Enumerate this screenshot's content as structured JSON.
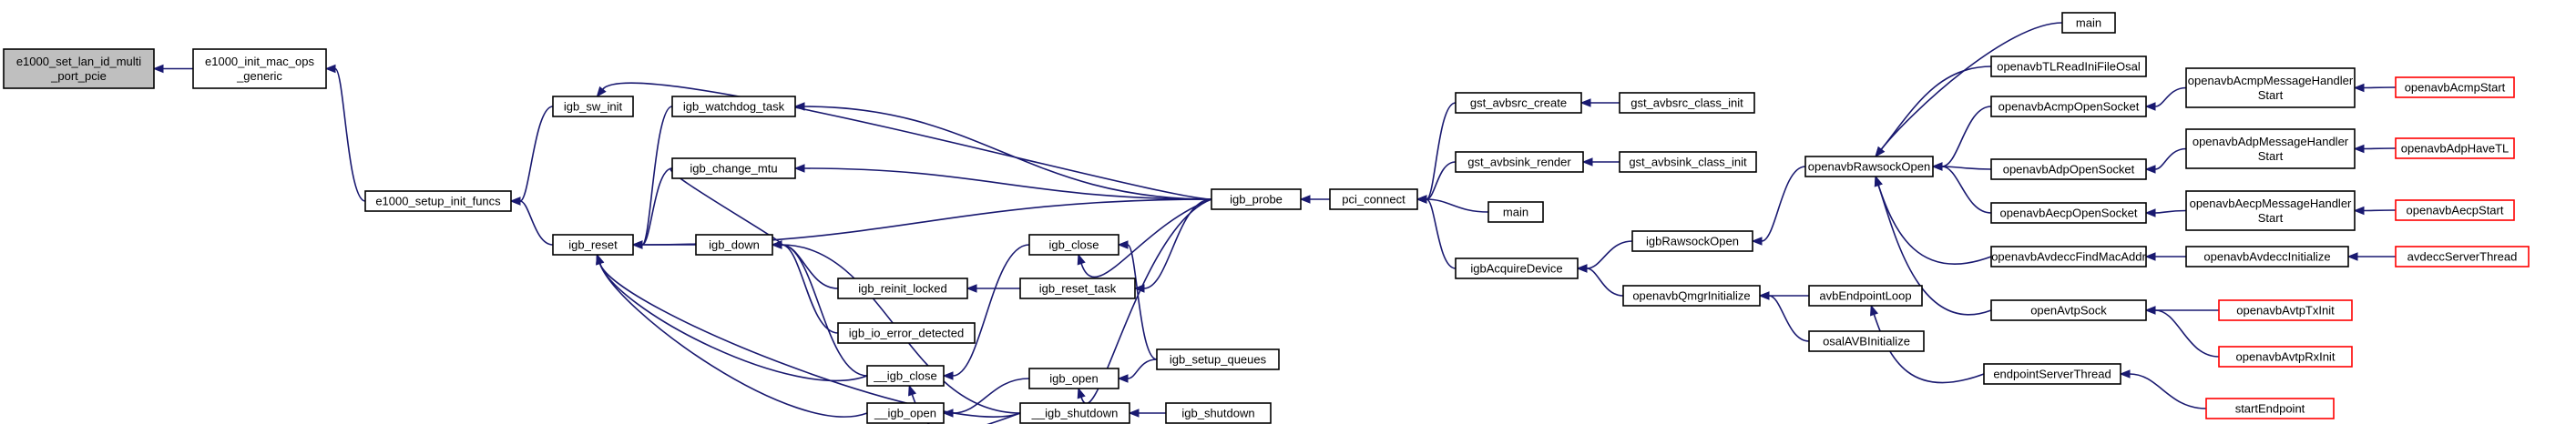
{
  "colors": {
    "edge": "#191970",
    "node_border": "#000000",
    "root_fill": "#bfbfbf",
    "missing_border": "#ff0000",
    "background": "#ffffff"
  },
  "nodes": [
    {
      "id": "e1000_set_lan_id",
      "lines": [
        "e1000_set_lan_id_multi",
        "_port_pcie"
      ],
      "style": "root"
    },
    {
      "id": "e1000_init_mac_ops",
      "lines": [
        "e1000_init_mac_ops",
        "_generic"
      ]
    },
    {
      "id": "e1000_setup_init_funcs",
      "lines": [
        "e1000_setup_init_funcs"
      ]
    },
    {
      "id": "igb_sw_init",
      "lines": [
        "igb_sw_init"
      ]
    },
    {
      "id": "igb_reset",
      "lines": [
        "igb_reset"
      ]
    },
    {
      "id": "igb_watchdog_task",
      "lines": [
        "igb_watchdog_task"
      ]
    },
    {
      "id": "igb_change_mtu",
      "lines": [
        "igb_change_mtu"
      ]
    },
    {
      "id": "igb_down",
      "lines": [
        "igb_down"
      ]
    },
    {
      "id": "igb_reinit_locked",
      "lines": [
        "igb_reinit_locked"
      ]
    },
    {
      "id": "igb_io_error_detected",
      "lines": [
        "igb_io_error_detected"
      ]
    },
    {
      "id": "__igb_close",
      "lines": [
        "__igb_close"
      ]
    },
    {
      "id": "__igb_open",
      "lines": [
        "__igb_open"
      ]
    },
    {
      "id": "__igb_shutdown",
      "lines": [
        "__igb_shutdown"
      ]
    },
    {
      "id": "igb_reset_task",
      "lines": [
        "igb_reset_task"
      ]
    },
    {
      "id": "igb_close",
      "lines": [
        "igb_close"
      ]
    },
    {
      "id": "igb_open",
      "lines": [
        "igb_open"
      ]
    },
    {
      "id": "igb_shutdown",
      "lines": [
        "igb_shutdown"
      ]
    },
    {
      "id": "igb_setup_queues",
      "lines": [
        "igb_setup_queues"
      ]
    },
    {
      "id": "igb_probe",
      "lines": [
        "igb_probe"
      ]
    },
    {
      "id": "pci_connect",
      "lines": [
        "pci_connect"
      ]
    },
    {
      "id": "gst_avbsrc_create",
      "lines": [
        "gst_avbsrc_create"
      ]
    },
    {
      "id": "gst_avbsink_render",
      "lines": [
        "gst_avbsink_render"
      ]
    },
    {
      "id": "main_a",
      "lines": [
        "main"
      ]
    },
    {
      "id": "igbAcquireDevice",
      "lines": [
        "igbAcquireDevice"
      ]
    },
    {
      "id": "gst_avbsrc_class_init",
      "lines": [
        "gst_avbsrc_class_init"
      ]
    },
    {
      "id": "gst_avbsink_class_init",
      "lines": [
        "gst_avbsink_class_init"
      ]
    },
    {
      "id": "igbRawsockOpen",
      "lines": [
        "igbRawsockOpen"
      ]
    },
    {
      "id": "openavbQmgrInitialize",
      "lines": [
        "openavbQmgrInitialize"
      ]
    },
    {
      "id": "openavbRawsockOpen",
      "lines": [
        "openavbRawsockOpen"
      ]
    },
    {
      "id": "avbEndpointLoop",
      "lines": [
        "avbEndpointLoop"
      ]
    },
    {
      "id": "osalAVBInitialize",
      "lines": [
        "osalAVBInitialize"
      ]
    },
    {
      "id": "endpointServerThread",
      "lines": [
        "endpointServerThread"
      ]
    },
    {
      "id": "main_b",
      "lines": [
        "main"
      ]
    },
    {
      "id": "openavbTLReadIniFileOsal",
      "lines": [
        "openavbTLReadIniFileOsal"
      ]
    },
    {
      "id": "openavbAcmpOpenSocket",
      "lines": [
        "openavbAcmpOpenSocket"
      ]
    },
    {
      "id": "openavbAdpOpenSocket",
      "lines": [
        "openavbAdpOpenSocket"
      ]
    },
    {
      "id": "openavbAecpOpenSocket",
      "lines": [
        "openavbAecpOpenSocket"
      ]
    },
    {
      "id": "openavbAvdeccFindMacAddr",
      "lines": [
        "openavbAvdeccFindMacAddr"
      ]
    },
    {
      "id": "openAvtpSock",
      "lines": [
        "openAvtpSock"
      ]
    },
    {
      "id": "openavbAcmpMessageHandlerStart",
      "lines": [
        "openavbAcmpMessageHandler",
        "Start"
      ]
    },
    {
      "id": "openavbAdpMessageHandlerStart",
      "lines": [
        "openavbAdpMessageHandler",
        "Start"
      ]
    },
    {
      "id": "openavbAecpMessageHandlerStart",
      "lines": [
        "openavbAecpMessageHandler",
        "Start"
      ]
    },
    {
      "id": "openavbAvdeccInitialize",
      "lines": [
        "openavbAvdeccInitialize"
      ]
    },
    {
      "id": "openavbAvtpTxInit",
      "lines": [
        "openavbAvtpTxInit"
      ],
      "style": "red"
    },
    {
      "id": "openavbAvtpRxInit",
      "lines": [
        "openavbAvtpRxInit"
      ],
      "style": "red"
    },
    {
      "id": "startEndpoint",
      "lines": [
        "startEndpoint"
      ],
      "style": "red"
    },
    {
      "id": "openavbAcmpStart",
      "lines": [
        "openavbAcmpStart"
      ],
      "style": "red"
    },
    {
      "id": "openavbAdpHaveTL",
      "lines": [
        "openavbAdpHaveTL"
      ],
      "style": "red"
    },
    {
      "id": "openavbAecpStart",
      "lines": [
        "openavbAecpStart"
      ],
      "style": "red"
    },
    {
      "id": "avdeccServerThread",
      "lines": [
        "avdeccServerThread"
      ],
      "style": "red"
    }
  ],
  "edges": [
    [
      "e1000_init_mac_ops",
      "e1000_set_lan_id"
    ],
    [
      "e1000_setup_init_funcs",
      "e1000_init_mac_ops"
    ],
    [
      "igb_sw_init",
      "e1000_setup_init_funcs"
    ],
    [
      "igb_reset",
      "e1000_setup_init_funcs"
    ],
    [
      "igb_probe",
      "igb_sw_init"
    ],
    [
      "igb_watchdog_task",
      "igb_reset"
    ],
    [
      "igb_change_mtu",
      "igb_reset"
    ],
    [
      "igb_probe",
      "igb_reset"
    ],
    [
      "igb_down",
      "igb_reset"
    ],
    [
      "__igb_close",
      "igb_reset"
    ],
    [
      "__igb_open",
      "igb_reset"
    ],
    [
      "__igb_shutdown",
      "igb_reset"
    ],
    [
      "igb_probe",
      "igb_watchdog_task"
    ],
    [
      "igb_probe",
      "igb_change_mtu"
    ],
    [
      "igb_change_mtu",
      "igb_down"
    ],
    [
      "igb_reinit_locked",
      "igb_down"
    ],
    [
      "igb_io_error_detected",
      "igb_down"
    ],
    [
      "__igb_close",
      "igb_down"
    ],
    [
      "__igb_shutdown",
      "igb_down"
    ],
    [
      "igb_reset_task",
      "igb_reinit_locked"
    ],
    [
      "igb_probe",
      "igb_reset_task"
    ],
    [
      "igb_close",
      "__igb_close"
    ],
    [
      "__igb_shutdown",
      "__igb_close"
    ],
    [
      "igb_open",
      "__igb_open"
    ],
    [
      "igb_shutdown",
      "__igb_shutdown"
    ],
    [
      "igb_probe",
      "igb_close"
    ],
    [
      "igb_setup_queues",
      "igb_close"
    ],
    [
      "igb_probe",
      "igb_open"
    ],
    [
      "igb_setup_queues",
      "igb_open"
    ],
    [
      "pci_connect",
      "igb_probe"
    ],
    [
      "gst_avbsrc_create",
      "pci_connect"
    ],
    [
      "gst_avbsink_render",
      "pci_connect"
    ],
    [
      "main_a",
      "pci_connect"
    ],
    [
      "igbAcquireDevice",
      "pci_connect"
    ],
    [
      "gst_avbsrc_class_init",
      "gst_avbsrc_create"
    ],
    [
      "gst_avbsink_class_init",
      "gst_avbsink_render"
    ],
    [
      "igbRawsockOpen",
      "igbAcquireDevice"
    ],
    [
      "openavbQmgrInitialize",
      "igbAcquireDevice"
    ],
    [
      "openavbRawsockOpen",
      "igbRawsockOpen"
    ],
    [
      "avbEndpointLoop",
      "openavbQmgrInitialize"
    ],
    [
      "osalAVBInitialize",
      "openavbQmgrInitialize"
    ],
    [
      "endpointServerThread",
      "avbEndpointLoop"
    ],
    [
      "main_b",
      "openavbRawsockOpen"
    ],
    [
      "openavbTLReadIniFileOsal",
      "openavbRawsockOpen"
    ],
    [
      "openavbAcmpOpenSocket",
      "openavbRawsockOpen"
    ],
    [
      "openavbAdpOpenSocket",
      "openavbRawsockOpen"
    ],
    [
      "openavbAecpOpenSocket",
      "openavbRawsockOpen"
    ],
    [
      "openavbAvdeccFindMacAddr",
      "openavbRawsockOpen"
    ],
    [
      "openAvtpSock",
      "openavbRawsockOpen"
    ],
    [
      "openavbAcmpMessageHandlerStart",
      "openavbAcmpOpenSocket"
    ],
    [
      "openavbAdpMessageHandlerStart",
      "openavbAdpOpenSocket"
    ],
    [
      "openavbAecpMessageHandlerStart",
      "openavbAecpOpenSocket"
    ],
    [
      "openavbAvdeccInitialize",
      "openavbAvdeccFindMacAddr"
    ],
    [
      "openavbAvtpTxInit",
      "openAvtpSock"
    ],
    [
      "openavbAvtpRxInit",
      "openAvtpSock"
    ],
    [
      "startEndpoint",
      "endpointServerThread"
    ],
    [
      "openavbAcmpStart",
      "openavbAcmpMessageHandlerStart"
    ],
    [
      "openavbAdpHaveTL",
      "openavbAdpMessageHandlerStart"
    ],
    [
      "openavbAecpStart",
      "openavbAecpMessageHandlerStart"
    ],
    [
      "avdeccServerThread",
      "openavbAvdeccInitialize"
    ]
  ]
}
